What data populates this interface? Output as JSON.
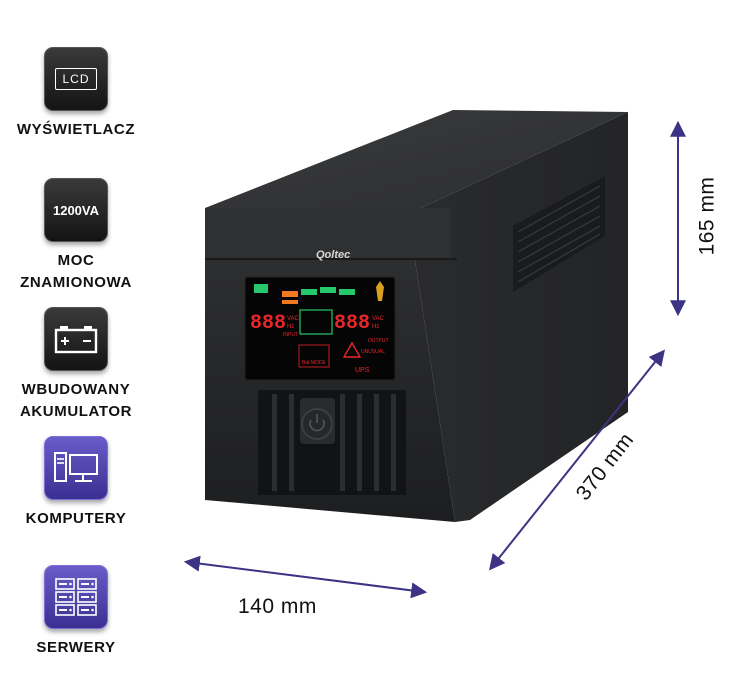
{
  "features": [
    {
      "id": "lcd",
      "icon": "lcd-icon",
      "icon_text": "LCD",
      "label": "WYŚWIETLACZ"
    },
    {
      "id": "power",
      "icon": "power-rating-icon",
      "icon_text": "1200VA",
      "label": "MOC ZNAMIONOWA"
    },
    {
      "id": "battery",
      "icon": "battery-icon",
      "label": "WBUDOWANY AKUMULATOR"
    },
    {
      "id": "computers",
      "icon": "computer-icon",
      "label": "KOMPUTERY"
    },
    {
      "id": "servers",
      "icon": "server-icon",
      "label": "SERWERY"
    }
  ],
  "dimensions": {
    "height": "165 mm",
    "depth": "370 mm",
    "width": "140 mm"
  },
  "product": {
    "brand": "Qoltec",
    "lcd_digits_input": "888",
    "lcd_digits_output": "888",
    "lcd_unit_1": "VAC",
    "lcd_unit_2": "Hz",
    "lcd_input_caption": "INPUT",
    "lcd_output_caption": "OUTPUT",
    "lcd_fault": "UNUSUAL",
    "lcd_ups": "UPS",
    "lcd_bat": "Bat MODE"
  },
  "colors": {
    "accent": "#3d3384",
    "icon_purple": "#4b3fa8",
    "lcd_red": "#e8262a",
    "lcd_green": "#25c86a",
    "lcd_orange": "#ef7a22"
  }
}
